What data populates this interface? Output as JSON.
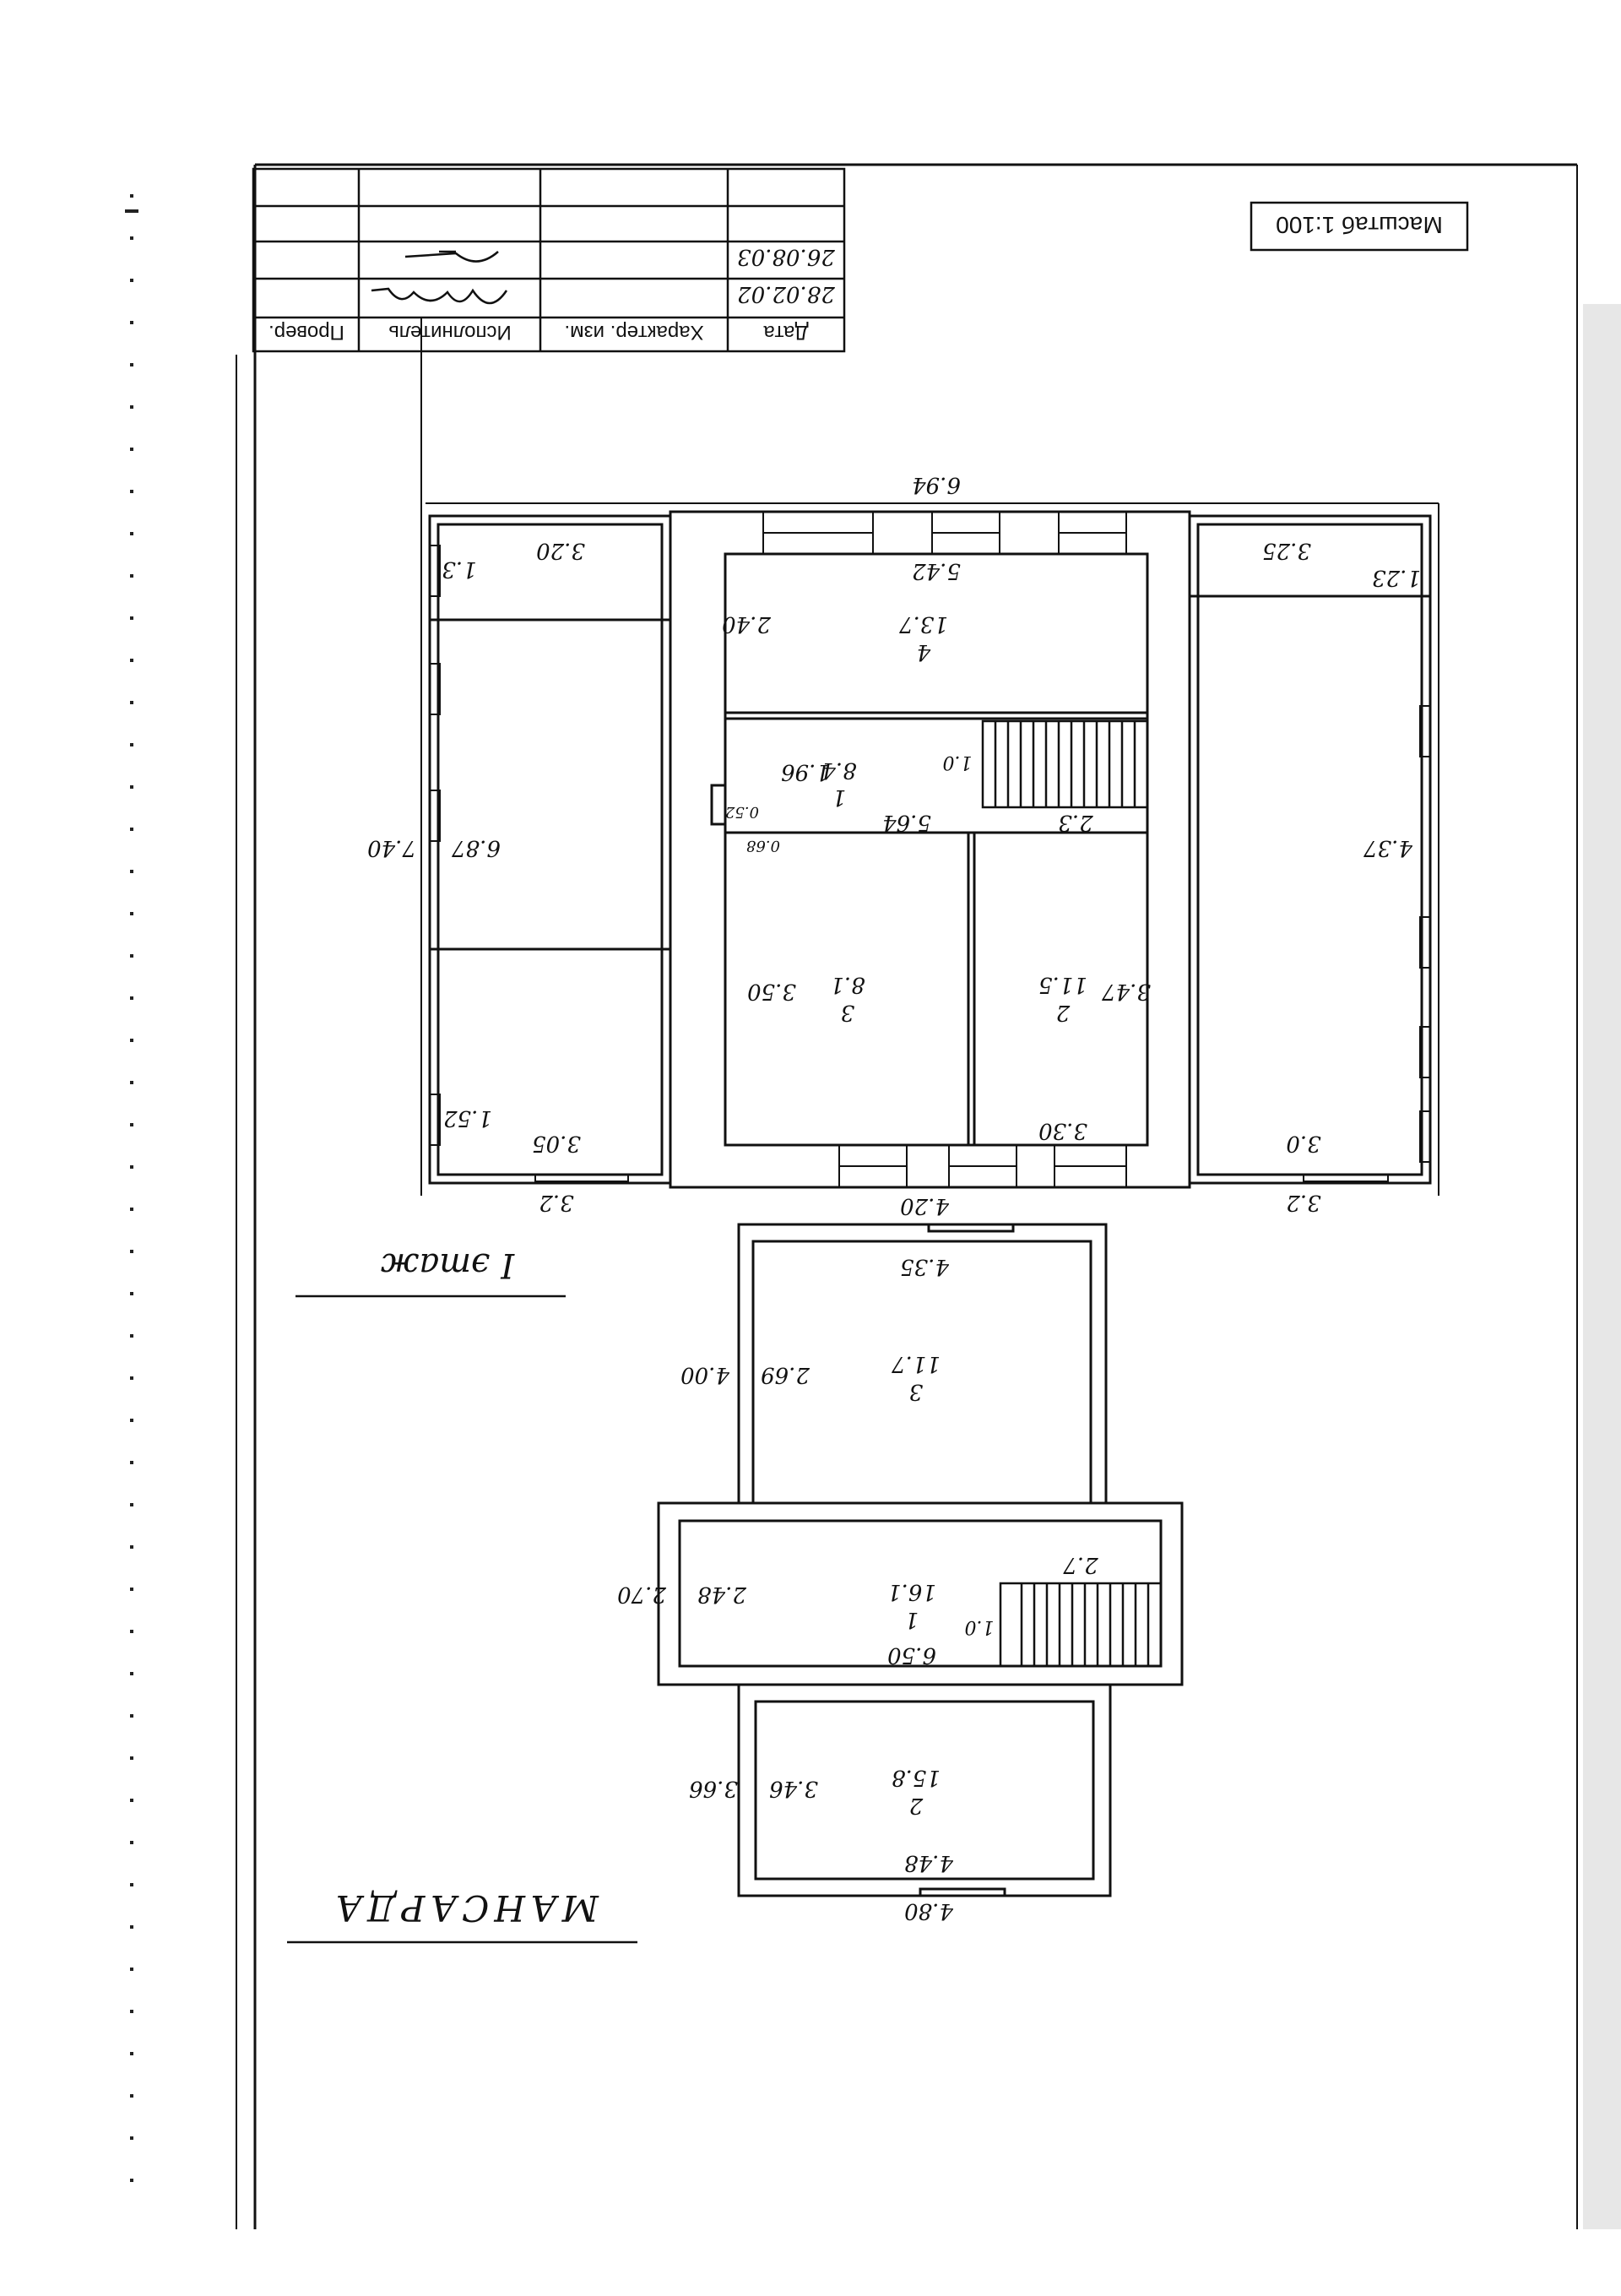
{
  "stamp": {
    "headers": [
      "Дата",
      "Характер. изм.",
      "Исполнитель",
      "Провер."
    ],
    "row1": {
      "date": "28.02.02",
      "signature": "signature"
    },
    "row2": {
      "date": "26.08.03",
      "signature": "signature"
    }
  },
  "scale_label": "Масштаб 1:100",
  "first_floor": {
    "title": "I этаж",
    "overall_width": "6.94",
    "overall_depth": "7.40",
    "rooms": [
      {
        "no": "1",
        "area": "8.4"
      },
      {
        "no": "2",
        "area": "11.5"
      },
      {
        "no": "3",
        "area": "8.1"
      },
      {
        "no": "4",
        "area": "13.7"
      }
    ],
    "dimensions": {
      "top": "6.94",
      "room4_width": "5.42",
      "room4_depth": "2.40",
      "hall_width": "5.64",
      "hall_depth": "1.96",
      "stair_width": "2.3",
      "stair_landing": "1.0",
      "niche_w": "0.52",
      "niche_d": "0.68",
      "room2_depth": "3.47",
      "room2_width": "3.30",
      "room3_depth": "3.50",
      "left_porch_depth": "4.37",
      "left_porch_width_top": "3.0",
      "left_porch_width_bottom": "3.2",
      "right_porch_depth": "6.87",
      "right_porch_side_top": "1.52",
      "right_porch_width_top": "3.05",
      "right_porch_width_bottom": "3.2",
      "right_porch_side_bottom": "1.3",
      "right_porch_width_bottom2": "3.20",
      "left_porch_side_bottom": "1.23",
      "left_porch_width_bottom2": "3.25",
      "total_depth": "7.40"
    }
  },
  "mansard": {
    "title": "МАНСАРДА",
    "rooms": [
      {
        "no": "1",
        "area": "16.1"
      },
      {
        "no": "2",
        "area": "15.8"
      },
      {
        "no": "3",
        "area": "11.7"
      }
    ],
    "dimensions": {
      "room3_outer": "4.20",
      "room3_width": "4.35",
      "room3_depth": "2.69",
      "room3_outer_depth": "4.00",
      "hall_depth": "2.48",
      "hall_outer": "2.70",
      "hall_width": "6.50",
      "stair_width": "2.7",
      "stair_landing": "1.0",
      "room2_width": "4.48",
      "room2_outer": "4.80",
      "room2_depth": "3.46",
      "room2_outer_depth": "3.66"
    }
  }
}
